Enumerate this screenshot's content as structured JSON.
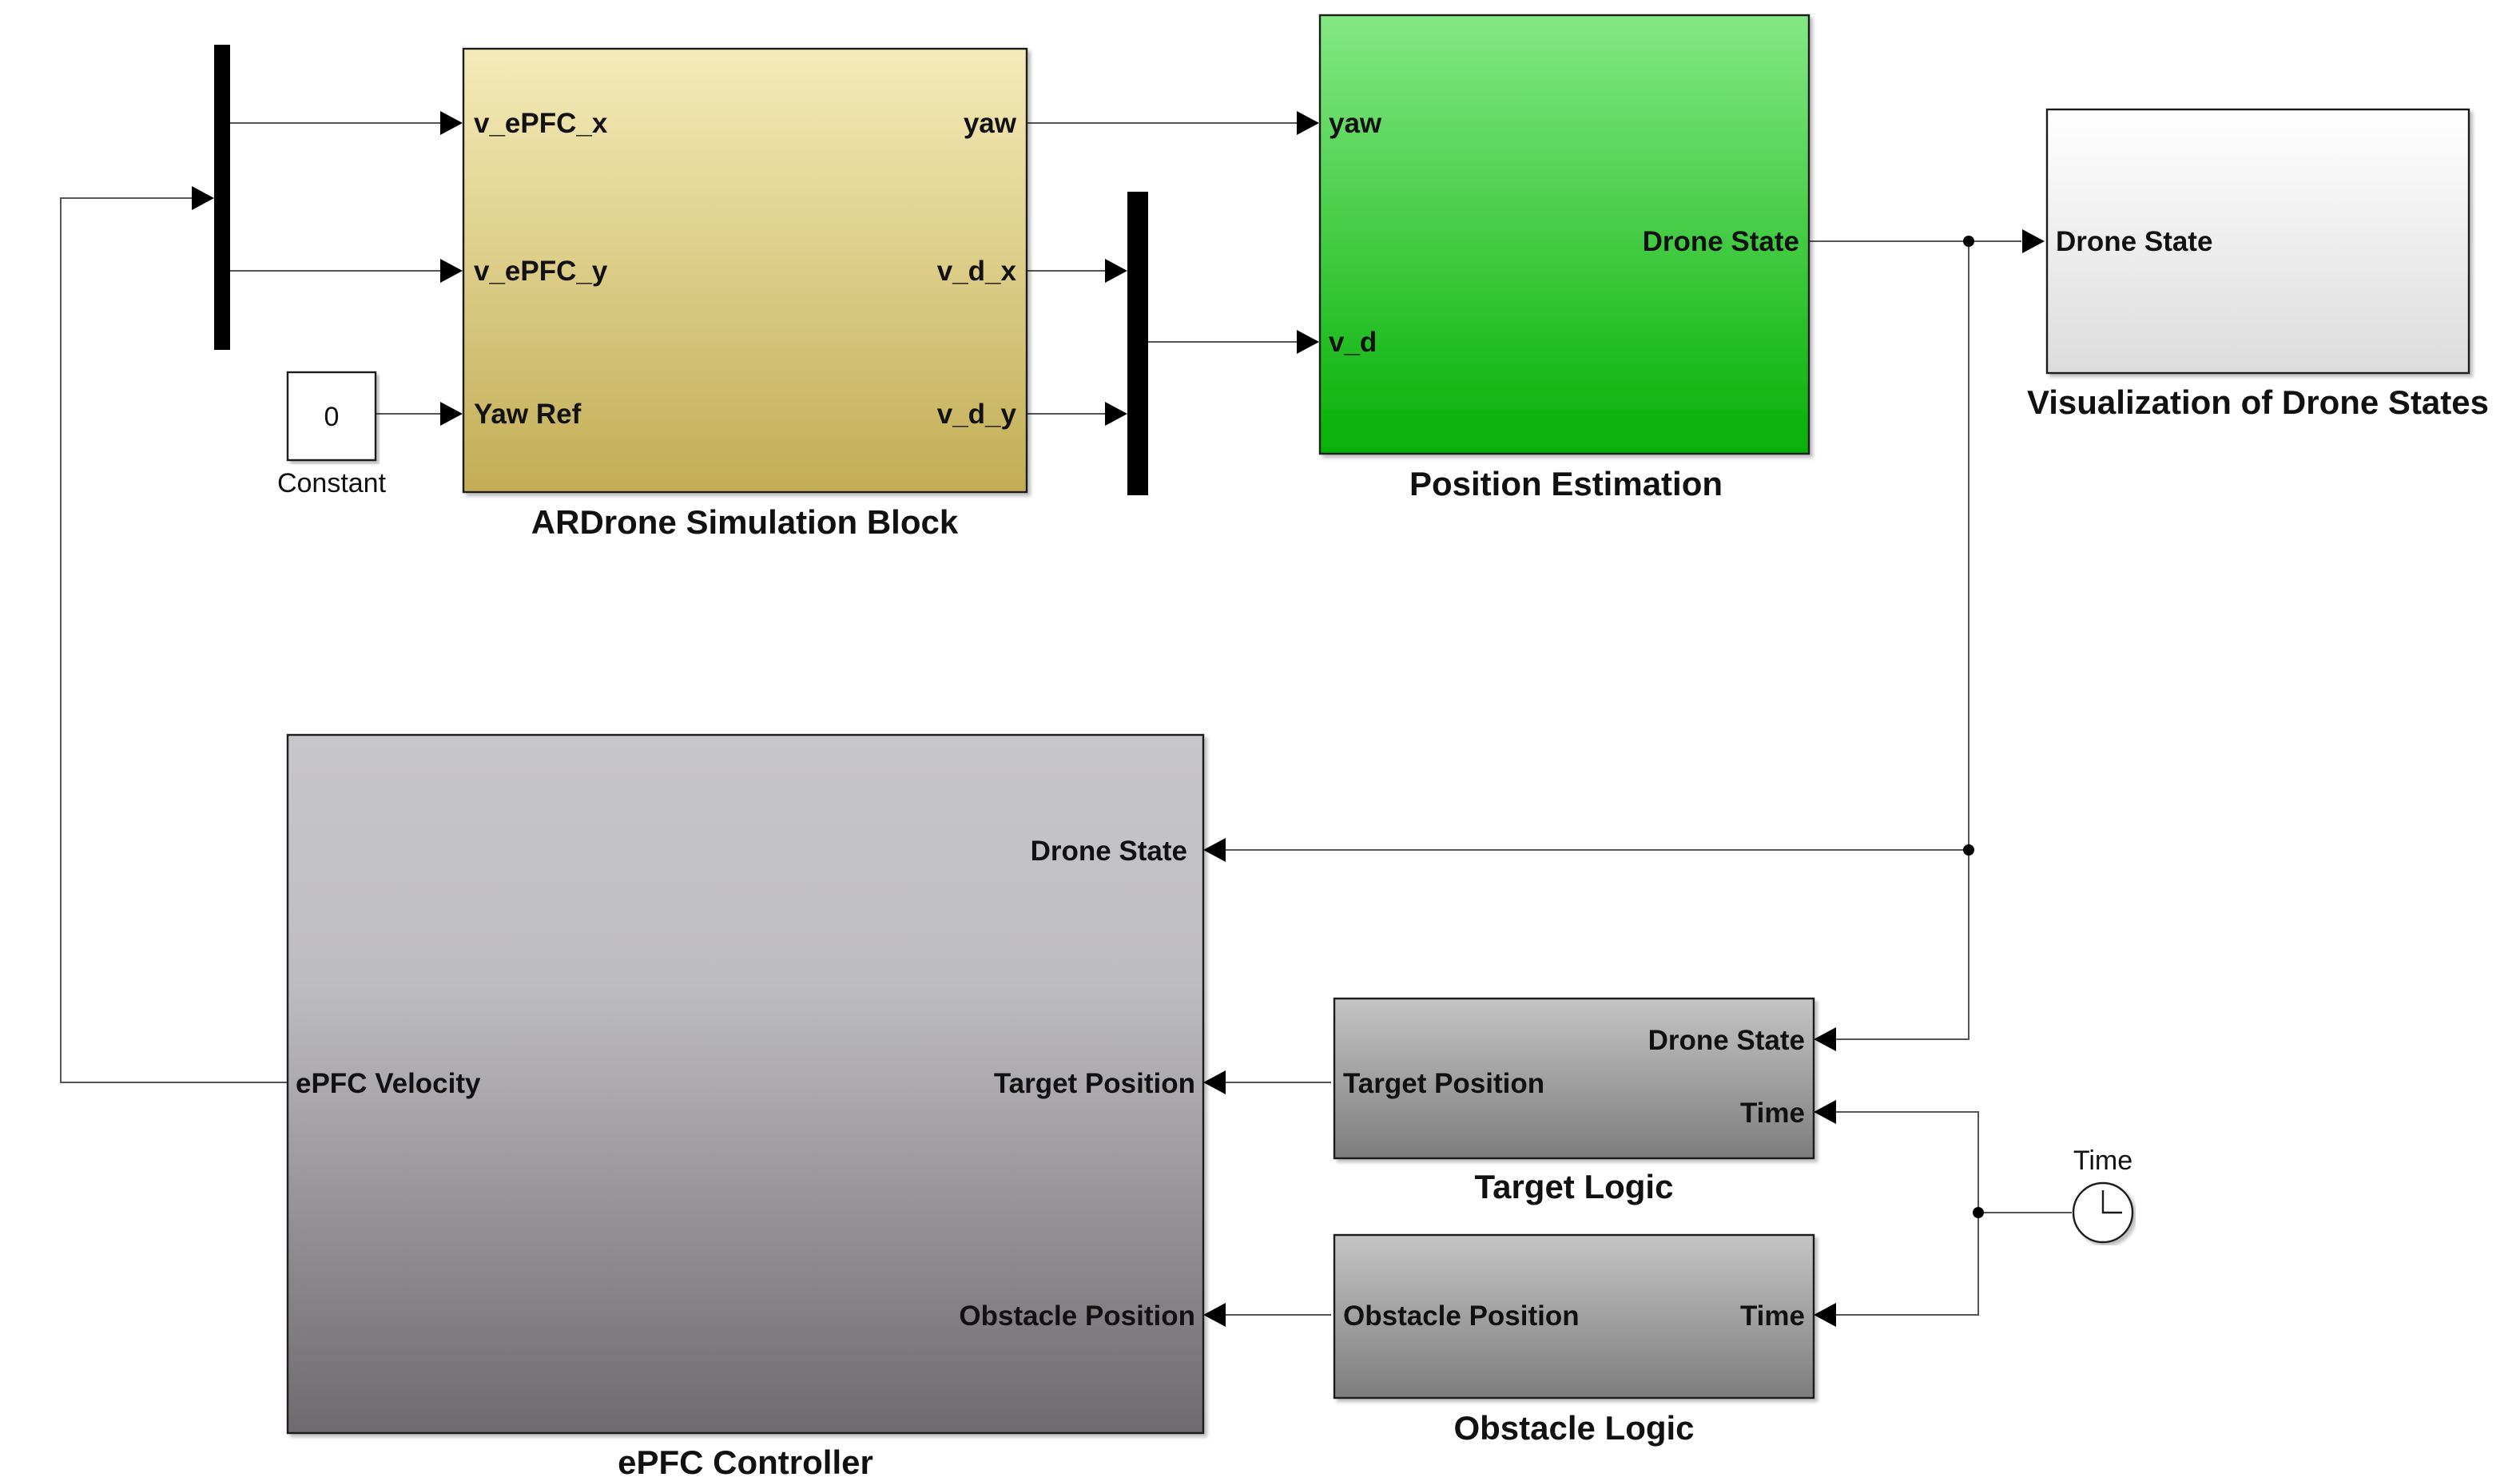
{
  "colors": {
    "simulation_block": [
      "#f5ebb9",
      "#c2ad55"
    ],
    "position_estimation": [
      "#84e884",
      "#05b005"
    ],
    "visualization": [
      "#ffffff",
      "#dcdcdc"
    ],
    "controller": [
      "#c7c6ca",
      "#6e6a6e"
    ],
    "logic_blocks": [
      "#c4c4c4",
      "#7d7d7d"
    ],
    "wire": "#555555",
    "mux_bar": "#000000"
  },
  "blocks": {
    "simulation": {
      "title": "ARDrone Simulation Block",
      "inputs": [
        "v_ePFC_x",
        "v_ePFC_y",
        "Yaw Ref"
      ],
      "outputs": [
        "yaw",
        "v_d_x",
        "v_d_y"
      ]
    },
    "constant": {
      "value": "0",
      "label": "Constant"
    },
    "position_estimation": {
      "title": "Position Estimation",
      "inputs": [
        "yaw",
        "v_d"
      ],
      "outputs": [
        "Drone State"
      ]
    },
    "visualization": {
      "title": "Visualization of Drone States",
      "inputs": [
        "Drone State"
      ]
    },
    "controller": {
      "title": "ePFC Controller",
      "inputs": [
        "Drone State",
        "Target Position",
        "Obstacle Position"
      ],
      "outputs": [
        "ePFC Velocity"
      ]
    },
    "target_logic": {
      "title": "Target Logic",
      "inputs": [
        "Drone State",
        "Time"
      ],
      "outputs": [
        "Target Position"
      ]
    },
    "obstacle_logic": {
      "title": "Obstacle Logic",
      "inputs": [
        "Time"
      ],
      "outputs": [
        "Obstacle Position"
      ]
    },
    "clock": {
      "label": "Time",
      "icon": "clock-icon"
    }
  }
}
